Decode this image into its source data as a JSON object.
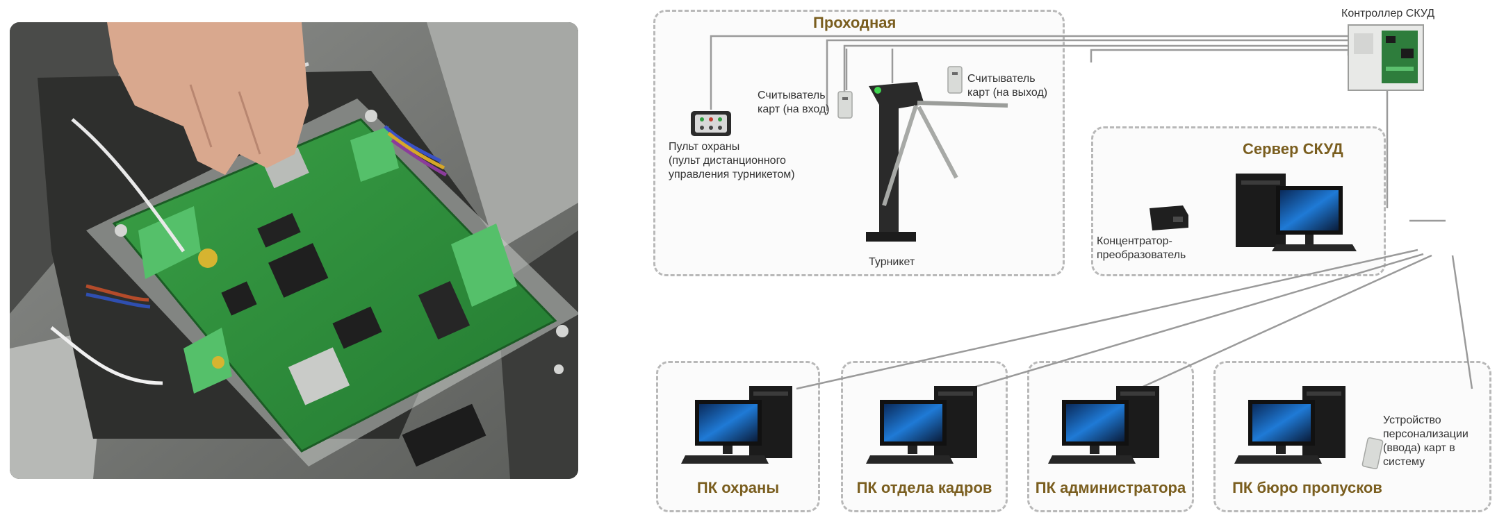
{
  "zones": {
    "checkpoint_title": "Проходная",
    "server_title": "Сервер СКУД"
  },
  "devices": {
    "controller_label": "Контроллер СКУД",
    "reader_entry_label": [
      "Считыватель",
      "карт (на вход)"
    ],
    "reader_exit_label": [
      "Считыватель",
      "карт (на выход)"
    ],
    "guard_panel_label": [
      "Пульт охраны",
      "(пульт дистанционного",
      "управления турникетом)"
    ],
    "turnstile_label": "Турникет",
    "hub_label": [
      "Концентратор-",
      "преобразователь"
    ],
    "card_device_label": [
      "Устройство",
      "персонализации",
      "(ввода) карт в",
      "систему"
    ]
  },
  "workstations": [
    {
      "label": "ПК охраны"
    },
    {
      "label": "ПК отдела кадров"
    },
    {
      "label": "ПК администратора"
    },
    {
      "label": "ПК бюро пропусков"
    }
  ],
  "colors": {
    "title_brown": "#7a5e1f",
    "zone_border": "#b8b8b8",
    "connection_line": "#9a9a9a",
    "pcb_green": "#2f8a3a",
    "turnstile_body": "#2a2a2a"
  }
}
